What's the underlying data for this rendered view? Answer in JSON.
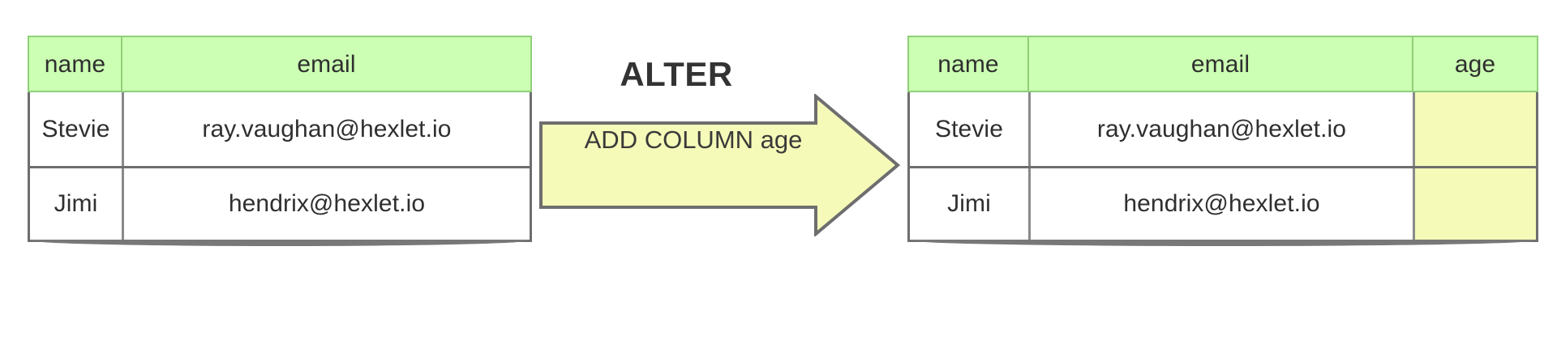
{
  "colors": {
    "header_green": "#CCFFB3",
    "header_green_border": "#8FCF7A",
    "new_column_yellow": "#F5FAB8",
    "arrow_fill": "#F5FAB8",
    "arrow_stroke": "#6E6E6E",
    "cell_border": "#6E6E6E",
    "text": "#2F2F2F",
    "background": "#FFFFFF"
  },
  "left_table": {
    "name": "users-table-before",
    "columns": [
      "name",
      "email"
    ],
    "rows": [
      {
        "name": "Stevie",
        "email": "ray.vaughan@hexlet.io"
      },
      {
        "name": "Jimi",
        "email": "hendrix@hexlet.io"
      }
    ]
  },
  "right_table": {
    "name": "users-table-after",
    "columns": [
      "name",
      "email",
      "age"
    ],
    "rows": [
      {
        "name": "Stevie",
        "email": "ray.vaughan@hexlet.io",
        "age": ""
      },
      {
        "name": "Jimi",
        "email": "hendrix@hexlet.io",
        "age": ""
      }
    ]
  },
  "transform": {
    "caption": "ALTER",
    "arrow_label": "ADD COLUMN age",
    "direction": "right"
  }
}
